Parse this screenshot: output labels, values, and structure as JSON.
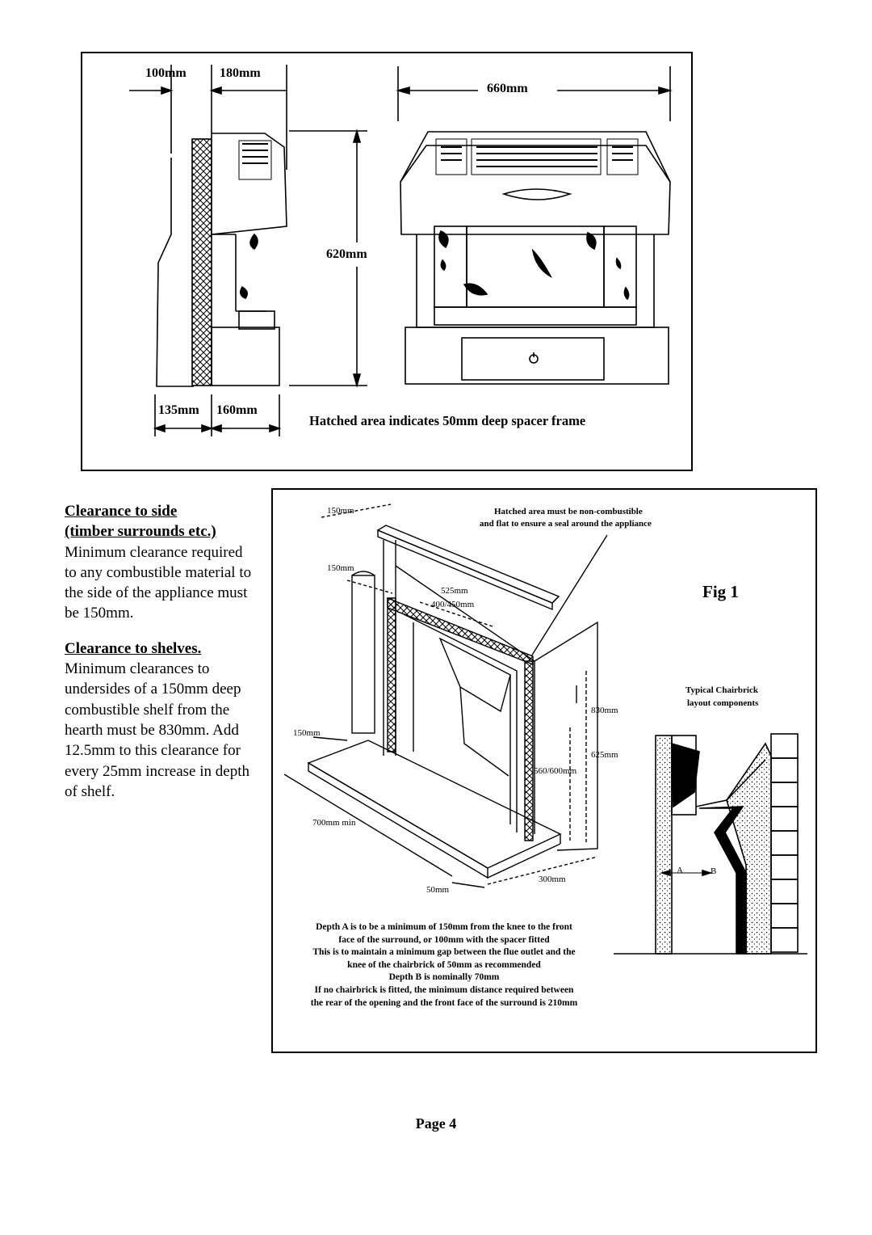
{
  "top_figure": {
    "dim_100": "100mm",
    "dim_180": "180mm",
    "dim_660": "660mm",
    "dim_620": "620mm",
    "dim_135": "135mm",
    "dim_160": "160mm",
    "caption": "Hatched area indicates 50mm deep spacer frame"
  },
  "side_notes": {
    "side_heading_1": "Clearance to side",
    "side_heading_2": "(timber surrounds etc.)",
    "side_body": "Minimum clearance required to any combustible material to the side of the appliance must be 150mm.",
    "shelves_heading": "Clearance to shelves.",
    "shelves_body": "Minimum clearances to undersides of a 150mm deep combustible shelf from the hearth must be 830mm.  Add 12.5mm to this clearance for every 25mm increase in depth of shelf."
  },
  "bottom_figure": {
    "dim_150_top": "150mm",
    "hatched_note_1": "Hatched area must be non-combustible",
    "hatched_note_2": "and flat to ensure a seal around the appliance",
    "fig_label": "Fig 1",
    "dim_150_mid": "150mm",
    "dim_525": "525mm",
    "dim_400_450": "400/450mm",
    "chairbrick_label_1": "Typical Chairbrick",
    "chairbrick_label_2": "layout components",
    "dim_830": "830mm",
    "dim_150_low": "150mm",
    "dim_625": "625mm",
    "dim_560_600": "560/600mm",
    "dim_700": "700mm min",
    "label_a": "A",
    "label_b": "B",
    "dim_300": "300mm",
    "dim_50": "50mm",
    "notes": [
      "Depth A is to be a minimum of 150mm from the knee to the front",
      "face of the surround, or 100mm with the spacer fitted",
      "This is to maintain a minimum gap between the flue outlet and the",
      "knee of the chairbrick of 50mm as recommended",
      "Depth B is nominally 70mm",
      "If no chairbrick is fitted, the minimum distance required between",
      "the rear of the opening and the front face of the surround is 210mm"
    ]
  },
  "footer": {
    "page": "Page 4"
  }
}
